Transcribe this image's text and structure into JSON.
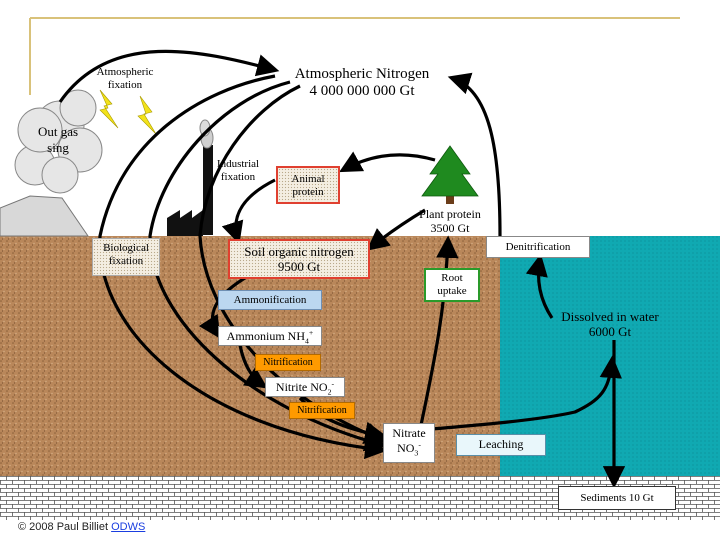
{
  "labels": {
    "atmospheric_fixation": "Atmospheric fixation",
    "atmospheric_nitrogen_title": "Atmospheric Nitrogen",
    "atmospheric_nitrogen_value": "4 000 000 000 Gt",
    "outgassing": "Out gassing",
    "industrial_fixation": "Industrial fixation",
    "animal_protein": "Animal protein",
    "plant_protein_title": "Plant protein",
    "plant_protein_value": "3500 Gt",
    "denitrification": "Denitrification",
    "biological_fixation": "Biological fixation",
    "soil_organic_title": "Soil organic nitrogen",
    "soil_organic_value": "9500 Gt",
    "root_uptake": "Root uptake",
    "ammonification": "Ammonification",
    "dissolved_title": "Dissolved in water",
    "dissolved_value": "6000 Gt",
    "ammonium_text": "Ammonium NH",
    "ammonium_sub": "4",
    "ammonium_sup": "+",
    "nitrification_1": "Nitrification",
    "nitrite_text": "Nitrite NO",
    "nitrite_sub": "2",
    "nitrite_sup": "-",
    "nitrification_2": "Nitrification",
    "nitrate_title": "Nitrate",
    "nitrate_text": "NO",
    "nitrate_sub": "3",
    "nitrate_sup": "-",
    "leaching": "Leaching",
    "sediments": "Sediments 10 Gt",
    "copyright": "© 2008 Paul Billiet",
    "copyright_link": "ODWS"
  },
  "colors": {
    "soil": "#b9875a",
    "water": "#0aa4ae",
    "arrow": "#000000",
    "tree": "#1f8a1f",
    "lightning": "#f2e21a",
    "frame_line": "#d9c27a"
  }
}
